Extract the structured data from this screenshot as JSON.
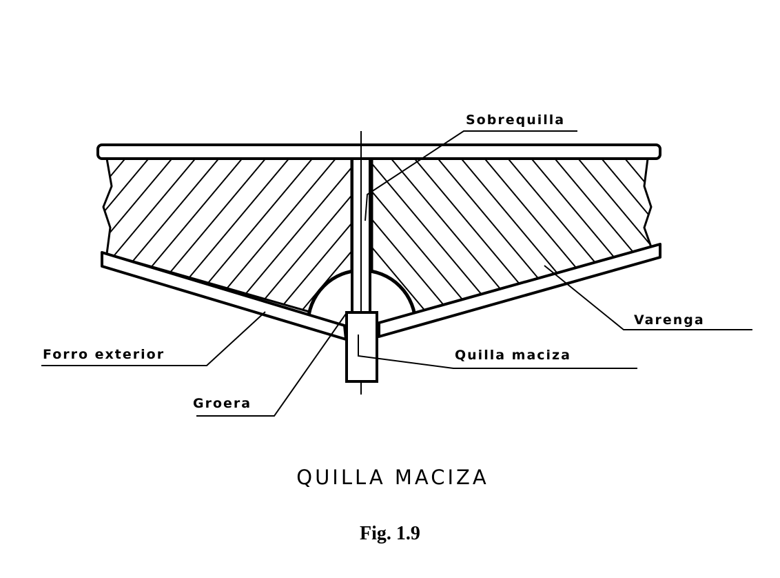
{
  "labels": {
    "sobrequilla": "Sobrequilla",
    "varenga": "Varenga",
    "quilla_maciza": "Quilla maciza",
    "forro_exterior": "Forro exterior",
    "groera": "Groera"
  },
  "title": "QUILLA MACIZA",
  "figure": "Fig. 1.9"
}
